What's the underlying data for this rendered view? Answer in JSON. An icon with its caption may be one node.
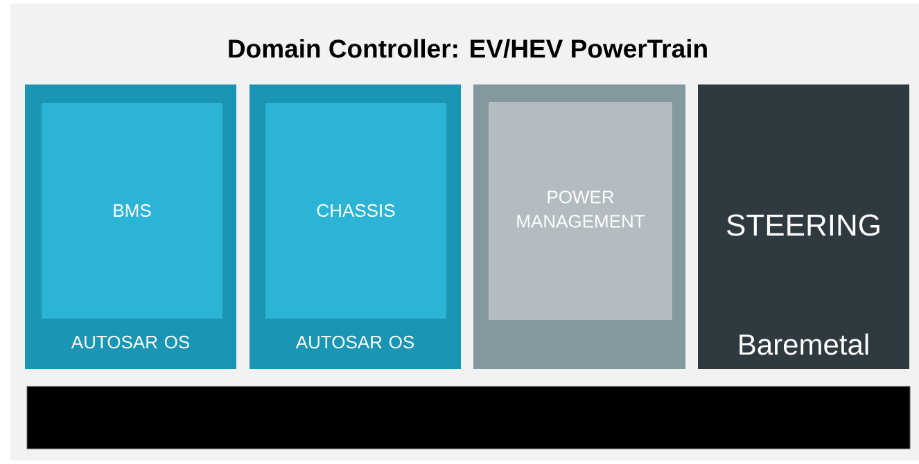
{
  "diagram": {
    "title": "Domain Controller: EV/HEV PowerTrain",
    "nodes": [
      {
        "text": [
          "AUTOSAR OS"
        ]
      },
      {
        "text": [
          "BMS"
        ],
        "in": 0
      },
      {
        "text": [
          "AUTOSAR OS"
        ]
      },
      {
        "text": [
          "CHASSIS"
        ],
        "in": 2
      },
      {
        "text": [],
        "shape": "box"
      },
      {
        "text": [
          "POWER MANAGEMENT"
        ],
        "in": 4
      },
      {
        "text": [
          "STEERING",
          "Baremetal"
        ]
      },
      {
        "text": [],
        "shape": "bar"
      }
    ],
    "edges": []
  }
}
